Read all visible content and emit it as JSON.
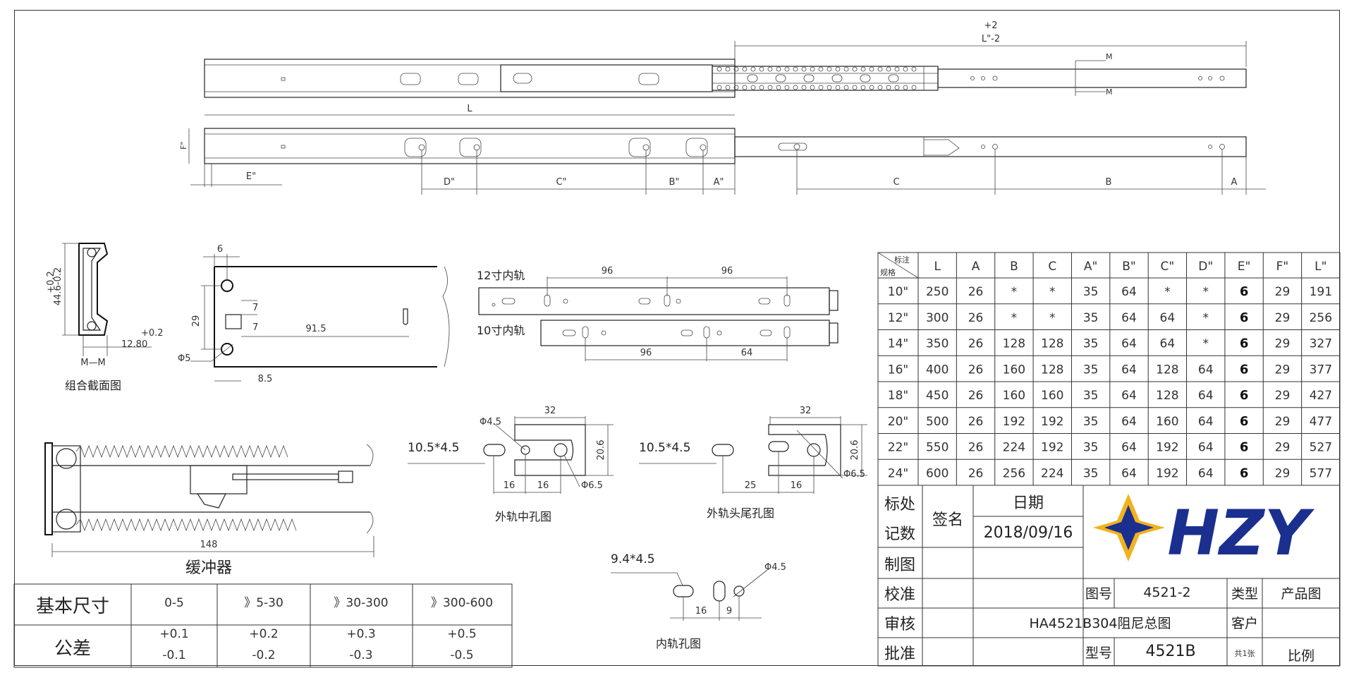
{
  "drawing": {
    "top_dims": {
      "tol_plus": "+2",
      "L_dbl": "L\"-2",
      "M": "M"
    },
    "side_dims": {
      "L": "L",
      "F": "F\"",
      "E": "E\"",
      "D": "D\"",
      "C2": "C\"",
      "B2": "B\"",
      "A2": "A\"",
      "C": "C",
      "B": "B",
      "A": "A"
    },
    "section": {
      "tol": "+0.2",
      "tol2": "44.6-0.2",
      "width_tol": "+0.2",
      "width": "12.80",
      "mm": "M—M",
      "caption": "组合截面图"
    },
    "detail": {
      "d6": "6",
      "d29": "29",
      "d7a": "7",
      "d7b": "7",
      "d915": "91.5",
      "phi5": "Φ5",
      "d85": "8.5"
    },
    "inner_rails": {
      "r12_label": "12寸内轨",
      "r12_d1": "96",
      "r12_d2": "96",
      "r10_label": "10寸内轨",
      "r10_d1": "96",
      "r10_d2": "64"
    },
    "outer_mid": {
      "slot": "10.5*4.5",
      "phi45": "Φ4.5",
      "d32": "32",
      "d206": "20.6",
      "d16a": "16",
      "d16b": "16",
      "phi65": "Φ6.5",
      "caption": "外轨中孔图"
    },
    "outer_end": {
      "slot": "10.5*4.5",
      "d32": "32",
      "d206": "20.6",
      "d25": "25",
      "d16": "16",
      "phi65": "Φ6.5",
      "caption": "外轨头尾孔图"
    },
    "inner_hole": {
      "slot": "9.4*4.5",
      "phi45": "Φ4.5",
      "d16": "16",
      "d9": "9",
      "caption": "内轨孔图"
    },
    "damper": {
      "d148": "148",
      "caption": "缓冲器"
    }
  },
  "tolerance_table": {
    "row1_label": "基本尺寸",
    "row2_label": "公差",
    "ranges": [
      "0-5",
      "》5-30",
      "》30-300",
      "》300-600"
    ],
    "plus": [
      "+0.1",
      "+0.2",
      "+0.3",
      "+0.5"
    ],
    "minus": [
      "-0.1",
      "-0.2",
      "-0.3",
      "-0.5"
    ]
  },
  "spec_table": {
    "corner_top": "标注",
    "corner_bottom": "规格",
    "headers": [
      "L",
      "A",
      "B",
      "C",
      "A\"",
      "B\"",
      "C\"",
      "D\"",
      "E\"",
      "F\"",
      "L\""
    ],
    "rows": [
      [
        "10\"",
        "250",
        "26",
        "*",
        "*",
        "35",
        "64",
        "*",
        "*",
        "6",
        "29",
        "191"
      ],
      [
        "12\"",
        "300",
        "26",
        "*",
        "*",
        "35",
        "64",
        "64",
        "*",
        "6",
        "29",
        "256"
      ],
      [
        "14\"",
        "350",
        "26",
        "128",
        "128",
        "35",
        "64",
        "64",
        "*",
        "6",
        "29",
        "327"
      ],
      [
        "16\"",
        "400",
        "26",
        "160",
        "128",
        "35",
        "64",
        "128",
        "64",
        "6",
        "29",
        "377"
      ],
      [
        "18\"",
        "450",
        "26",
        "160",
        "160",
        "35",
        "64",
        "128",
        "64",
        "6",
        "29",
        "427"
      ],
      [
        "20\"",
        "500",
        "26",
        "192",
        "192",
        "35",
        "64",
        "160",
        "64",
        "6",
        "29",
        "477"
      ],
      [
        "22\"",
        "550",
        "26",
        "224",
        "192",
        "35",
        "64",
        "192",
        "64",
        "6",
        "29",
        "527"
      ],
      [
        "24\"",
        "600",
        "26",
        "256",
        "224",
        "35",
        "64",
        "192",
        "64",
        "6",
        "29",
        "577"
      ]
    ]
  },
  "title_block": {
    "mark": "标处",
    "count": "记数",
    "sign": "签名",
    "date_label": "日期",
    "date": "2018/09/16",
    "drawn": "制图",
    "checked": "校准",
    "reviewed": "审核",
    "approved": "批准",
    "drawing_no_label": "图号",
    "drawing_no": "4521-2",
    "type_label": "类型",
    "type": "产品图",
    "title": "HA4521B304阻尼总图",
    "customer_label": "客户",
    "model_label": "型号",
    "model": "4521B",
    "sheets": "共1张",
    "scale_label": "比例",
    "logo_text": "HZY",
    "logo_accent": "#f0b31e",
    "logo_blue": "#1b2f8f"
  }
}
